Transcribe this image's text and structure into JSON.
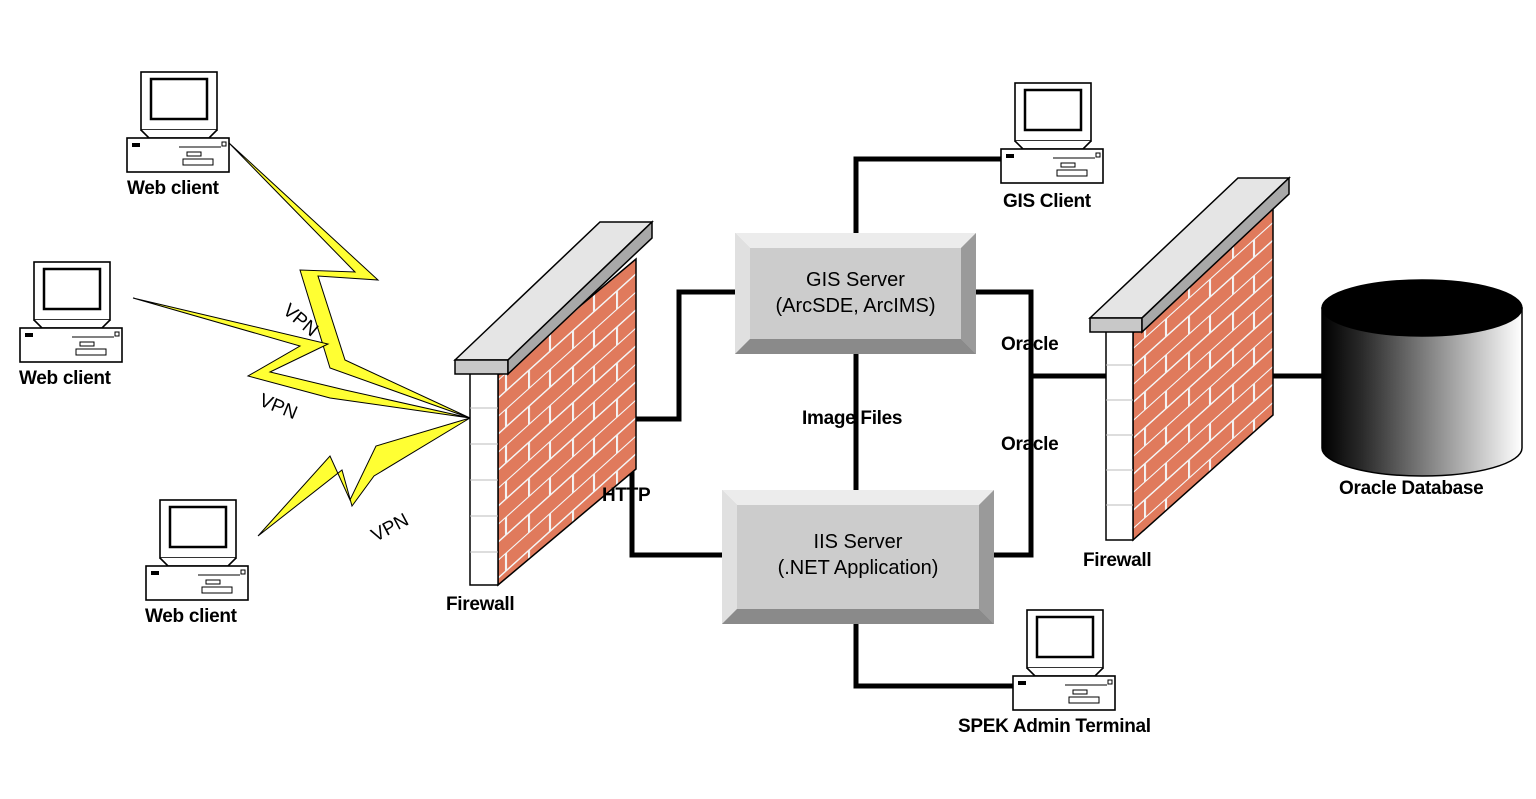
{
  "nodes": {
    "web_client_1": "Web client",
    "web_client_2": "Web client",
    "web_client_3": "Web client",
    "gis_client": "GIS Client",
    "spek_terminal": "SPEK Admin Terminal",
    "firewall_left": "Firewall",
    "firewall_right": "Firewall",
    "oracle_db": "Oracle Database",
    "gis_server": {
      "line1": "GIS Server",
      "line2": "(ArcSDE, ArcIMS)"
    },
    "iis_server": {
      "line1": "IIS Server",
      "line2": "(.NET Application)"
    }
  },
  "edges": {
    "vpn_1": "VPN",
    "vpn_2": "VPN",
    "vpn_3": "VPN",
    "http": "HTTP",
    "image_files": "Image Files",
    "oracle_1": "Oracle",
    "oracle_2": "Oracle"
  },
  "colors": {
    "lightning": "#ffff33",
    "brick": "#e07a5c",
    "mortar": "#ffffff",
    "server_box": "#cccccc"
  }
}
